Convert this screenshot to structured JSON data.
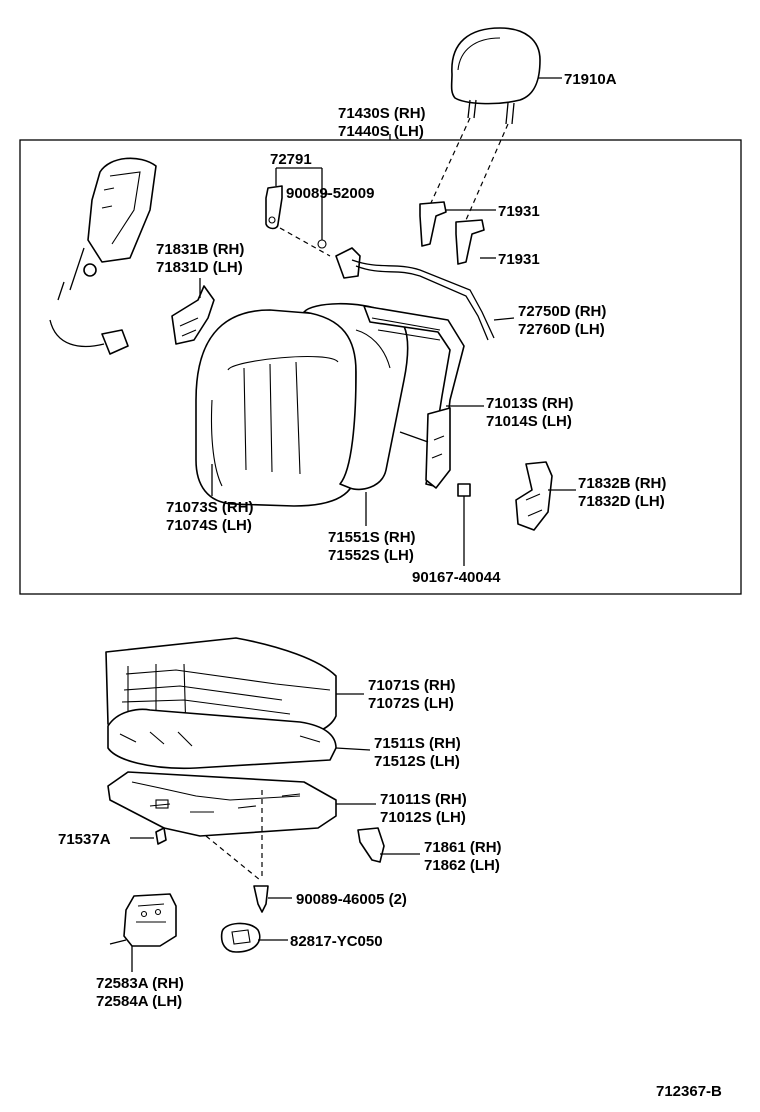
{
  "labels": {
    "headrest": "71910A",
    "seatback_assy_rh": "71430S (RH)",
    "seatback_assy_lh": "71440S (LH)",
    "lock": "72791",
    "bolt": "90089-52009",
    "support_upper": "71931",
    "support_lower": "71931",
    "hinge_cover_rh": "71831B (RH)",
    "hinge_cover_lh": "71831D (LH)",
    "rod_rh": "72750D (RH)",
    "rod_lh": "72760D (LH)",
    "back_frame_rh": "71013S (RH)",
    "back_frame_lh": "71014S (LH)",
    "back_cover_rh": "71073S (RH)",
    "back_cover_lh": "71074S (LH)",
    "back_pad_rh": "71551S (RH)",
    "back_pad_lh": "71552S (LH)",
    "cover_rh": "71832B (RH)",
    "cover_lh": "71832D (LH)",
    "screw": "90167-40044",
    "cushion_cover_rh": "71071S (RH)",
    "cushion_cover_lh": "71072S (LH)",
    "cushion_pad_rh": "71511S (RH)",
    "cushion_pad_lh": "71512S (LH)",
    "cushion_frame_rh": "71011S (RH)",
    "cushion_frame_lh": "71012S (LH)",
    "clip": "71537A",
    "shield_rh": "71861 (RH)",
    "shield_lh": "71862 (LH)",
    "bolt_cushion": "90089-46005 (2)",
    "adjuster_rh": "72583A (RH)",
    "adjuster_lh": "72584A (LH)",
    "connector": "82817-YC050",
    "diagram_id": "712367-B"
  }
}
